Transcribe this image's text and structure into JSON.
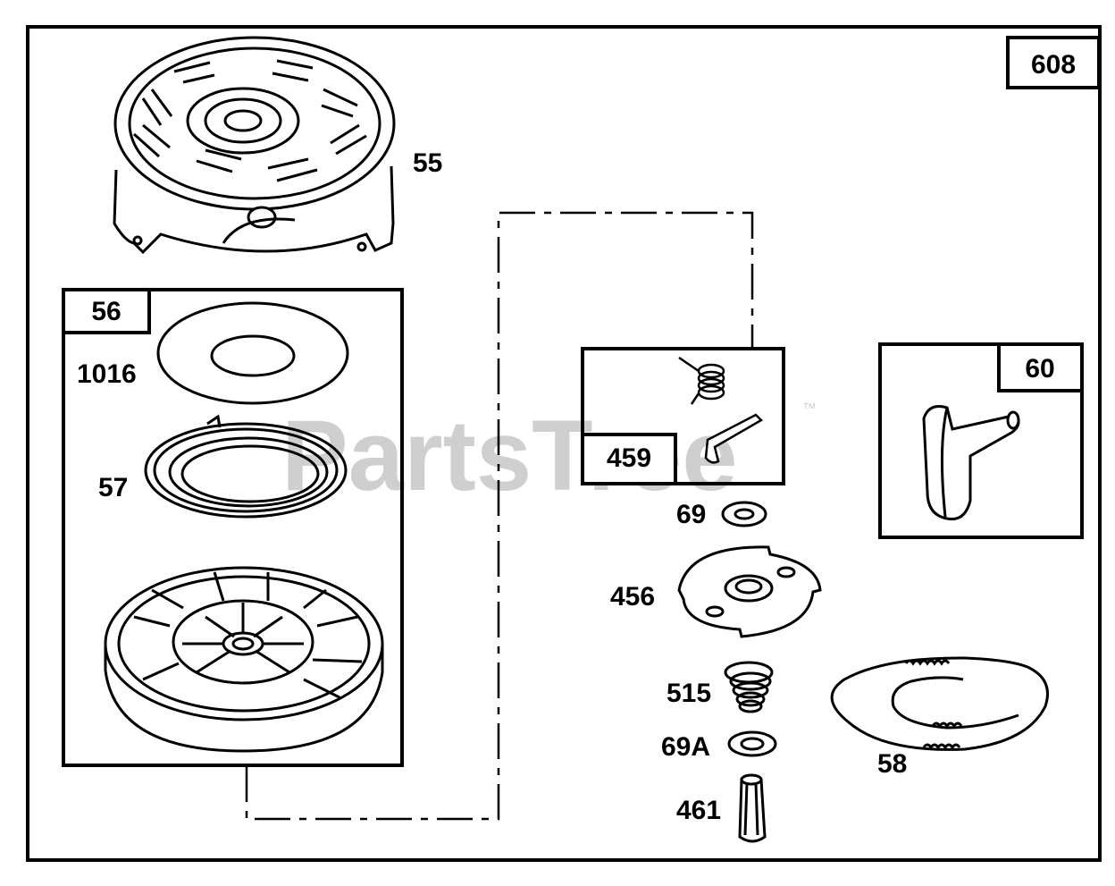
{
  "watermark": {
    "text": "PartsTree",
    "trademark": "™"
  },
  "assembly_number": "608",
  "boxes": {
    "recoil": "56",
    "pawl": "459",
    "handle": "60"
  },
  "parts": {
    "housing": "55",
    "washer_top": "1016",
    "spring": "57",
    "washer": "69",
    "retainer": "456",
    "retainer_spring": "515",
    "washer_a": "69A",
    "pin": "461",
    "rope": "58"
  }
}
